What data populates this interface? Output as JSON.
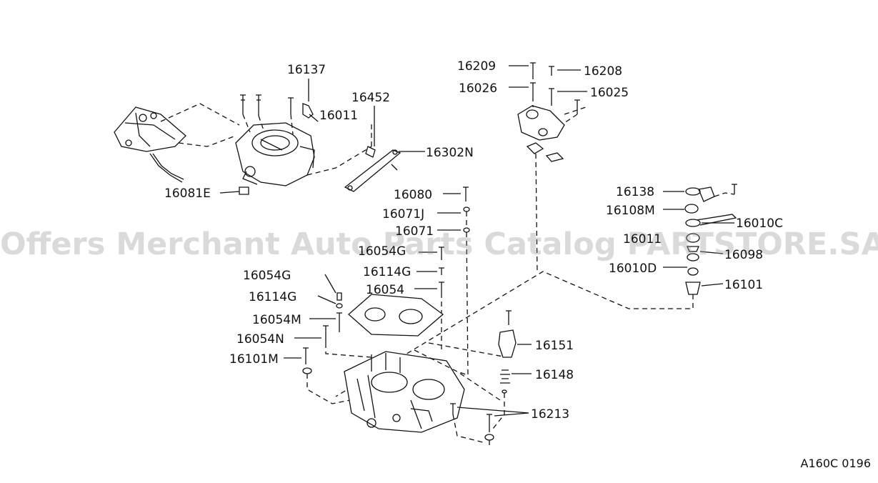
{
  "labels": {
    "l16137": "16137",
    "l16011a": "16011",
    "l16452": "16452",
    "l16302N": "16302N",
    "l16081E": "16081E",
    "l16209": "16209",
    "l16208": "16208",
    "l16026": "16026",
    "l16025": "16025",
    "l16080": "16080",
    "l16071J": "16071J",
    "l16071": "16071",
    "l16054G_top": "16054G",
    "l16114G_top": "16114G",
    "l16054": "16054",
    "l16054G": "16054G",
    "l16114G": "16114G",
    "l16054M": "16054M",
    "l16054N": "16054N",
    "l16101M": "16101M",
    "l16138": "16138",
    "l16108M": "16108M",
    "l16010C": "16010C",
    "l16011b": "16011",
    "l16098": "16098",
    "l16010D": "16010D",
    "l16101": "16101",
    "l16151": "16151",
    "l16148": "16148",
    "l16213": "16213"
  },
  "watermark": "Offers Merchant Auto Parts Catalog PARTSTORE.SA",
  "diagram_code": "A160C 0196"
}
